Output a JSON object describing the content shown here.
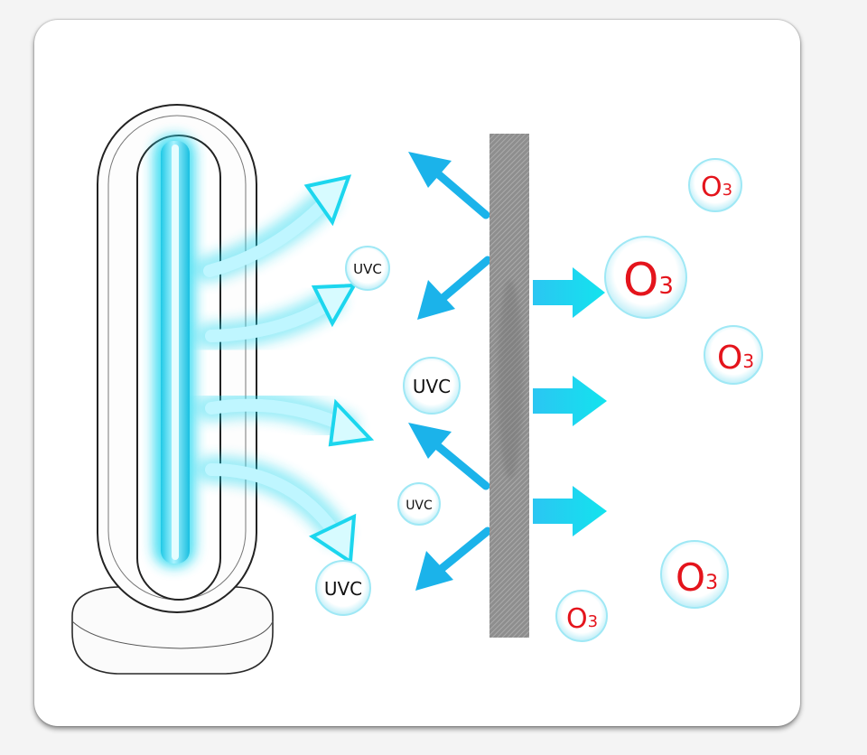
{
  "labels": {
    "uvc": "UVC",
    "ozone_letter": "O",
    "ozone_sub": "3"
  },
  "colors": {
    "uvc_glow": "#19d4ee",
    "uvc_arrow": "#1bb3ea",
    "ozone_text": "#e4141c",
    "bubble_rim": "#8fe2f2",
    "wall": "#8a8a8a"
  },
  "icons": [
    "uv-lamp-icon",
    "wall-filter-icon",
    "arrow-icon",
    "bubble-icon"
  ]
}
